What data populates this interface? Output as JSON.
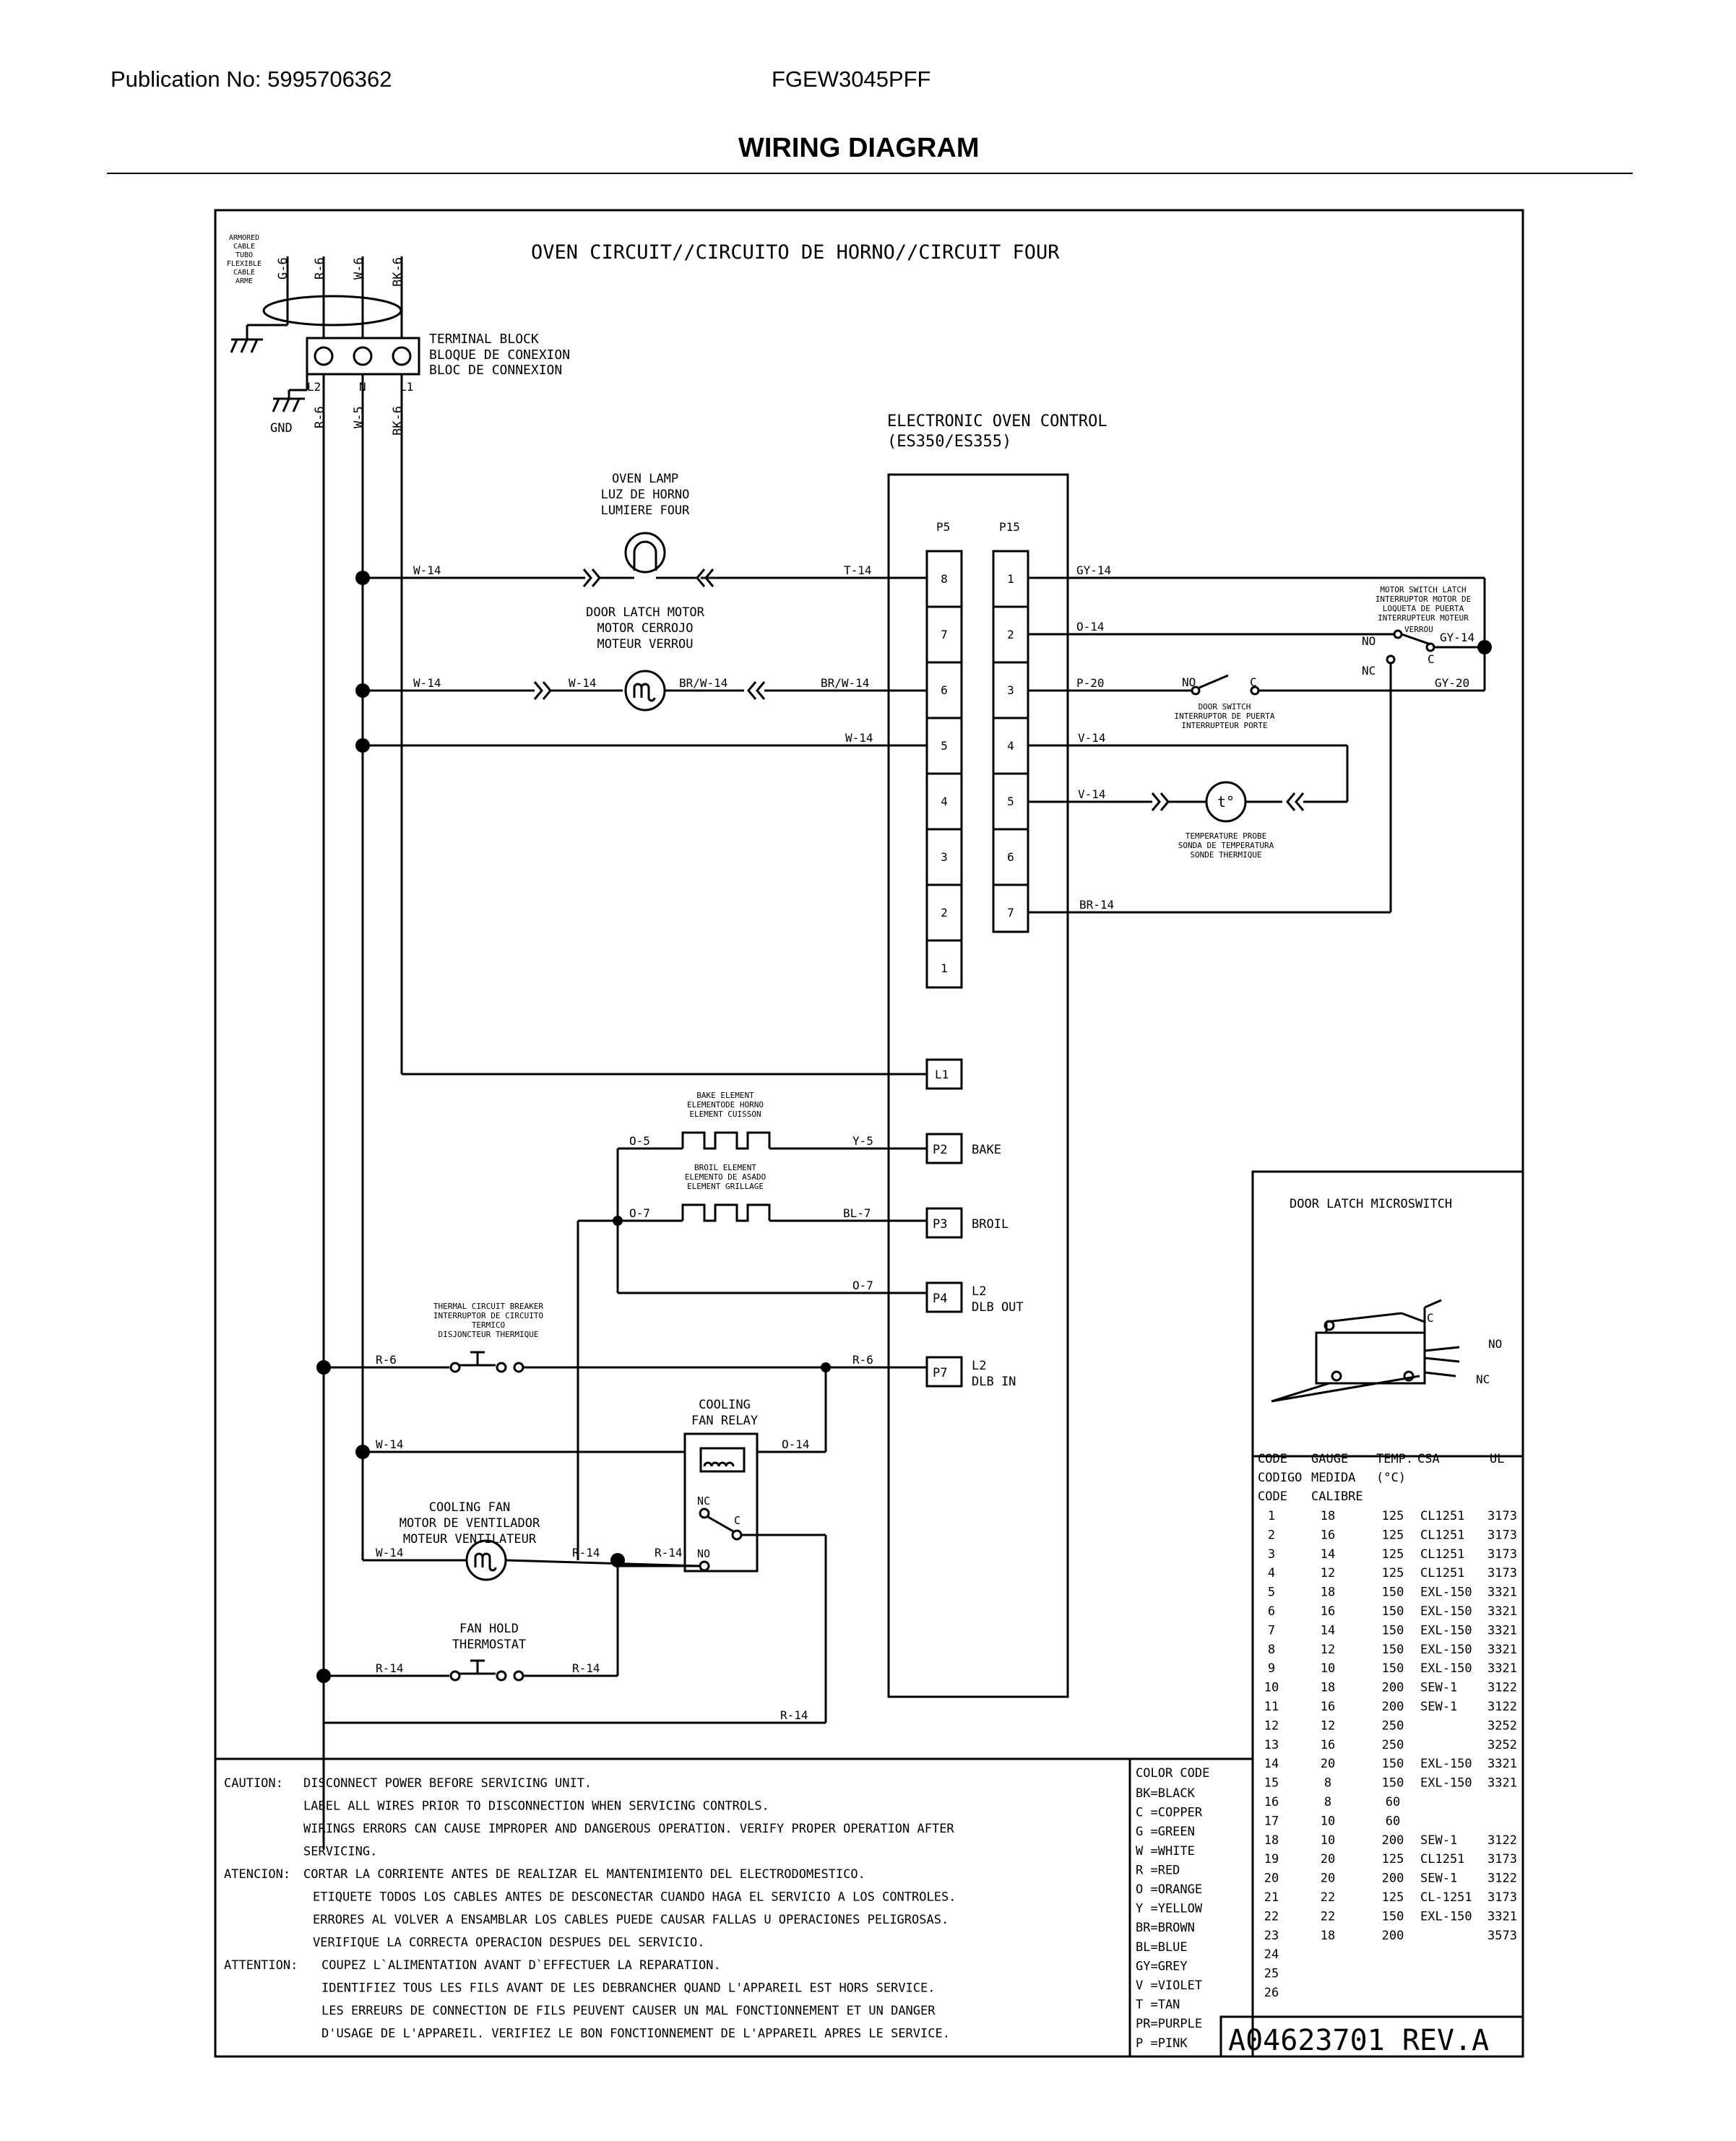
{
  "header": {
    "publication": "Publication No: 5995706362",
    "model": "FGEW3045PFF",
    "title": "WIRING DIAGRAM"
  },
  "diagram": {
    "title": "OVEN CIRCUIT//CIRCUITO DE HORNO//CIRCUIT FOUR",
    "armored_cable": [
      "ARMORED",
      "CABLE",
      "TUBO",
      "FLEXIBLE",
      "CABLE",
      "ARME"
    ],
    "supply_wires": [
      "G-6",
      "R-6",
      "W-6",
      "BK-6"
    ],
    "lower_wires": [
      "R-6",
      "W-5",
      "BK-6"
    ],
    "terminal_block": [
      "TERMINAL BLOCK",
      "BLOQUE DE CONEXION",
      "BLOC DE CONNEXION"
    ],
    "terminal_labels": [
      "L2",
      "N",
      "L1"
    ],
    "gnd": "GND",
    "control": {
      "line1": "ELECTRONIC OVEN CONTROL",
      "line2": "(ES350/ES355)"
    },
    "p5_label": "P5",
    "p15_label": "P15",
    "p5_pins": [
      "8",
      "7",
      "6",
      "5",
      "4",
      "3",
      "2",
      "1"
    ],
    "p15_pins": [
      "1",
      "2",
      "3",
      "4",
      "5",
      "6",
      "7"
    ],
    "l1_pin": "L1",
    "relay_pins": [
      {
        "pin": "P2",
        "l1": "BAKE",
        "l2": ""
      },
      {
        "pin": "P3",
        "l1": "BROIL",
        "l2": ""
      },
      {
        "pin": "P4",
        "l1": "L2",
        "l2": "DLB OUT"
      },
      {
        "pin": "P7",
        "l1": "L2",
        "l2": "DLB IN"
      }
    ],
    "oven_lamp": [
      "OVEN LAMP",
      "LUZ DE HORNO",
      "LUMIERE FOUR"
    ],
    "door_latch_motor": [
      "DOOR LATCH MOTOR",
      "MOTOR CERROJO",
      "MOTEUR VERROU"
    ],
    "motor_switch_latch": [
      "MOTOR SWITCH LATCH",
      "INTERRUPTOR MOTOR DE",
      "LOQUETA DE PUERTA",
      "INTERRUPTEUR MOTEUR",
      "VERROU"
    ],
    "door_switch": [
      "DOOR SWITCH",
      "INTERRUPTOR DE PUERTA",
      "INTERRUPTEUR PORTE"
    ],
    "temp_probe": [
      "TEMPERATURE PROBE",
      "SONDA DE TEMPERATURA",
      "SONDE THERMIQUE"
    ],
    "probe_symbol": "t°",
    "bake_element": [
      "BAKE ELEMENT",
      "ELEMENTODE HORNO",
      "ELEMENT CUISSON"
    ],
    "broil_element": [
      "BROIL ELEMENT",
      "ELEMENTO DE ASADO",
      "ELEMENT GRILLAGE"
    ],
    "thermal_breaker": [
      "THERMAL CIRCUIT BREAKER",
      "INTERRUPTOR DE CIRCUITO",
      "TERMICO",
      "DISJONCTEUR THERMIQUE"
    ],
    "cooling_fan_relay": [
      "COOLING",
      "FAN RELAY"
    ],
    "cooling_fan": [
      "COOLING FAN",
      "MOTOR DE VENTILADOR",
      "MOTEUR VENTILATEUR"
    ],
    "fan_hold_thermostat": [
      "FAN HOLD",
      "THERMOSTAT"
    ],
    "switch_labels": {
      "no": "NO",
      "nc": "NC",
      "c": "C"
    },
    "wire_labels": {
      "lamp_left": "W-14",
      "lamp_right": "T-14",
      "gy14": "GY-14",
      "o14": "O-14",
      "gy14b": "GY-14",
      "gy20": "GY-20",
      "p20": "P-20",
      "motor_left": "W-14",
      "motor_mid": "W-14",
      "motor_right": "BR/W-14",
      "motor_right2": "BR/W-14",
      "p5_5": "W-14",
      "v14a": "V-14",
      "v14b": "V-14",
      "br14": "BR-14",
      "bake_left": "O-5",
      "bake_right": "Y-5",
      "broil_left": "O-7",
      "broil_right": "BL-7",
      "p4": "O-7",
      "r6_left": "R-6",
      "r6_right": "R-6",
      "relay_w14": "W-14",
      "relay_o14": "O-14",
      "fan_w14": "W-14",
      "fan_r14a": "R-14",
      "fan_r14b": "R-14",
      "hold_r14a": "R-14",
      "hold_r14b": "R-14",
      "bottom_r14": "R-14"
    }
  },
  "microswitch": {
    "title": "DOOR LATCH MICROSWITCH",
    "c": "C",
    "no": "NO",
    "nc": "NC"
  },
  "gauge_table": {
    "headers": [
      [
        "CODE",
        "GAUGE",
        "TEMP.",
        "CSA",
        "UL"
      ],
      [
        "CODIGO",
        "MEDIDA",
        "(°C)",
        "",
        ""
      ],
      [
        "CODE",
        "CALIBRE",
        "",
        "",
        ""
      ]
    ],
    "rows": [
      [
        "1",
        "18",
        "125",
        "CL1251",
        "3173"
      ],
      [
        "2",
        "16",
        "125",
        "CL1251",
        "3173"
      ],
      [
        "3",
        "14",
        "125",
        "CL1251",
        "3173"
      ],
      [
        "4",
        "12",
        "125",
        "CL1251",
        "3173"
      ],
      [
        "5",
        "18",
        "150",
        "EXL-150",
        "3321"
      ],
      [
        "6",
        "16",
        "150",
        "EXL-150",
        "3321"
      ],
      [
        "7",
        "14",
        "150",
        "EXL-150",
        "3321"
      ],
      [
        "8",
        "12",
        "150",
        "EXL-150",
        "3321"
      ],
      [
        "9",
        "10",
        "150",
        "EXL-150",
        "3321"
      ],
      [
        "10",
        "18",
        "200",
        "SEW-1",
        "3122"
      ],
      [
        "11",
        "16",
        "200",
        "SEW-1",
        "3122"
      ],
      [
        "12",
        "12",
        "250",
        "",
        "3252"
      ],
      [
        "13",
        "16",
        "250",
        "",
        "3252"
      ],
      [
        "14",
        "20",
        "150",
        "EXL-150",
        "3321"
      ],
      [
        "15",
        "8",
        "150",
        "EXL-150",
        "3321"
      ],
      [
        "16",
        "8",
        "60",
        "",
        ""
      ],
      [
        "17",
        "10",
        "60",
        "",
        ""
      ],
      [
        "18",
        "10",
        "200",
        "SEW-1",
        "3122"
      ],
      [
        "19",
        "20",
        "125",
        "CL1251",
        "3173"
      ],
      [
        "20",
        "20",
        "200",
        "SEW-1",
        "3122"
      ],
      [
        "21",
        "22",
        "125",
        "CL-1251",
        "3173"
      ],
      [
        "22",
        "22",
        "150",
        "EXL-150",
        "3321"
      ],
      [
        "23",
        "18",
        "200",
        "",
        "3573"
      ],
      [
        "24",
        "",
        "",
        "",
        ""
      ],
      [
        "25",
        "",
        "",
        "",
        ""
      ],
      [
        "26",
        "",
        "",
        "",
        ""
      ]
    ]
  },
  "color_code": {
    "title": "COLOR CODE",
    "items": [
      "BK=BLACK",
      "C =COPPER",
      "G =GREEN",
      "W =WHITE",
      "R =RED",
      "O =ORANGE",
      "Y =YELLOW",
      "BR=BROWN",
      "BL=BLUE",
      "GY=GREY",
      "V =VIOLET",
      "T =TAN",
      "PR=PURPLE",
      "P =PINK"
    ]
  },
  "part_number": "A04623701 REV.A",
  "notes": [
    {
      "label": "CAUTION:",
      "lines": [
        "DISCONNECT POWER BEFORE SERVICING UNIT."
      ]
    },
    {
      "label": "",
      "lines": [
        "LABEL ALL WIRES PRIOR TO DISCONNECTION WHEN SERVICING CONTROLS.",
        "WIRINGS ERRORS CAN CAUSE IMPROPER AND DANGEROUS OPERATION. VERIFY PROPER OPERATION AFTER",
        "SERVICING."
      ]
    },
    {
      "label": "ATENCION:",
      "lines": [
        "CORTAR LA CORRIENTE ANTES DE REALIZAR EL MANTENIMIENTO DEL ELECTRODOMESTICO."
      ]
    },
    {
      "label": "",
      "lines": [
        "ETIQUETE TODOS LOS CABLES ANTES DE DESCONECTAR CUANDO HAGA EL SERVICIO A LOS CONTROLES.",
        "ERRORES AL VOLVER A ENSAMBLAR LOS CABLES PUEDE CAUSAR FALLAS U OPERACIONES PELIGROSAS.",
        "VERIFIQUE LA CORRECTA OPERACION DESPUES DEL SERVICIO."
      ]
    },
    {
      "label": "ATTENTION:",
      "lines": [
        "COUPEZ L`ALIMENTATION AVANT D`EFFECTUER LA REPARATION."
      ]
    },
    {
      "label": "",
      "lines": [
        "IDENTIFIEZ TOUS LES FILS AVANT DE LES DEBRANCHER QUAND L'APPAREIL EST HORS SERVICE.",
        "LES ERREURS DE CONNECTION DE FILS PEUVENT CAUSER UN MAL FONCTIONNEMENT ET UN DANGER",
        "D'USAGE DE L'APPAREIL. VERIFIEZ LE BON FONCTIONNEMENT DE L'APPAREIL APRES LE SERVICE."
      ]
    }
  ]
}
